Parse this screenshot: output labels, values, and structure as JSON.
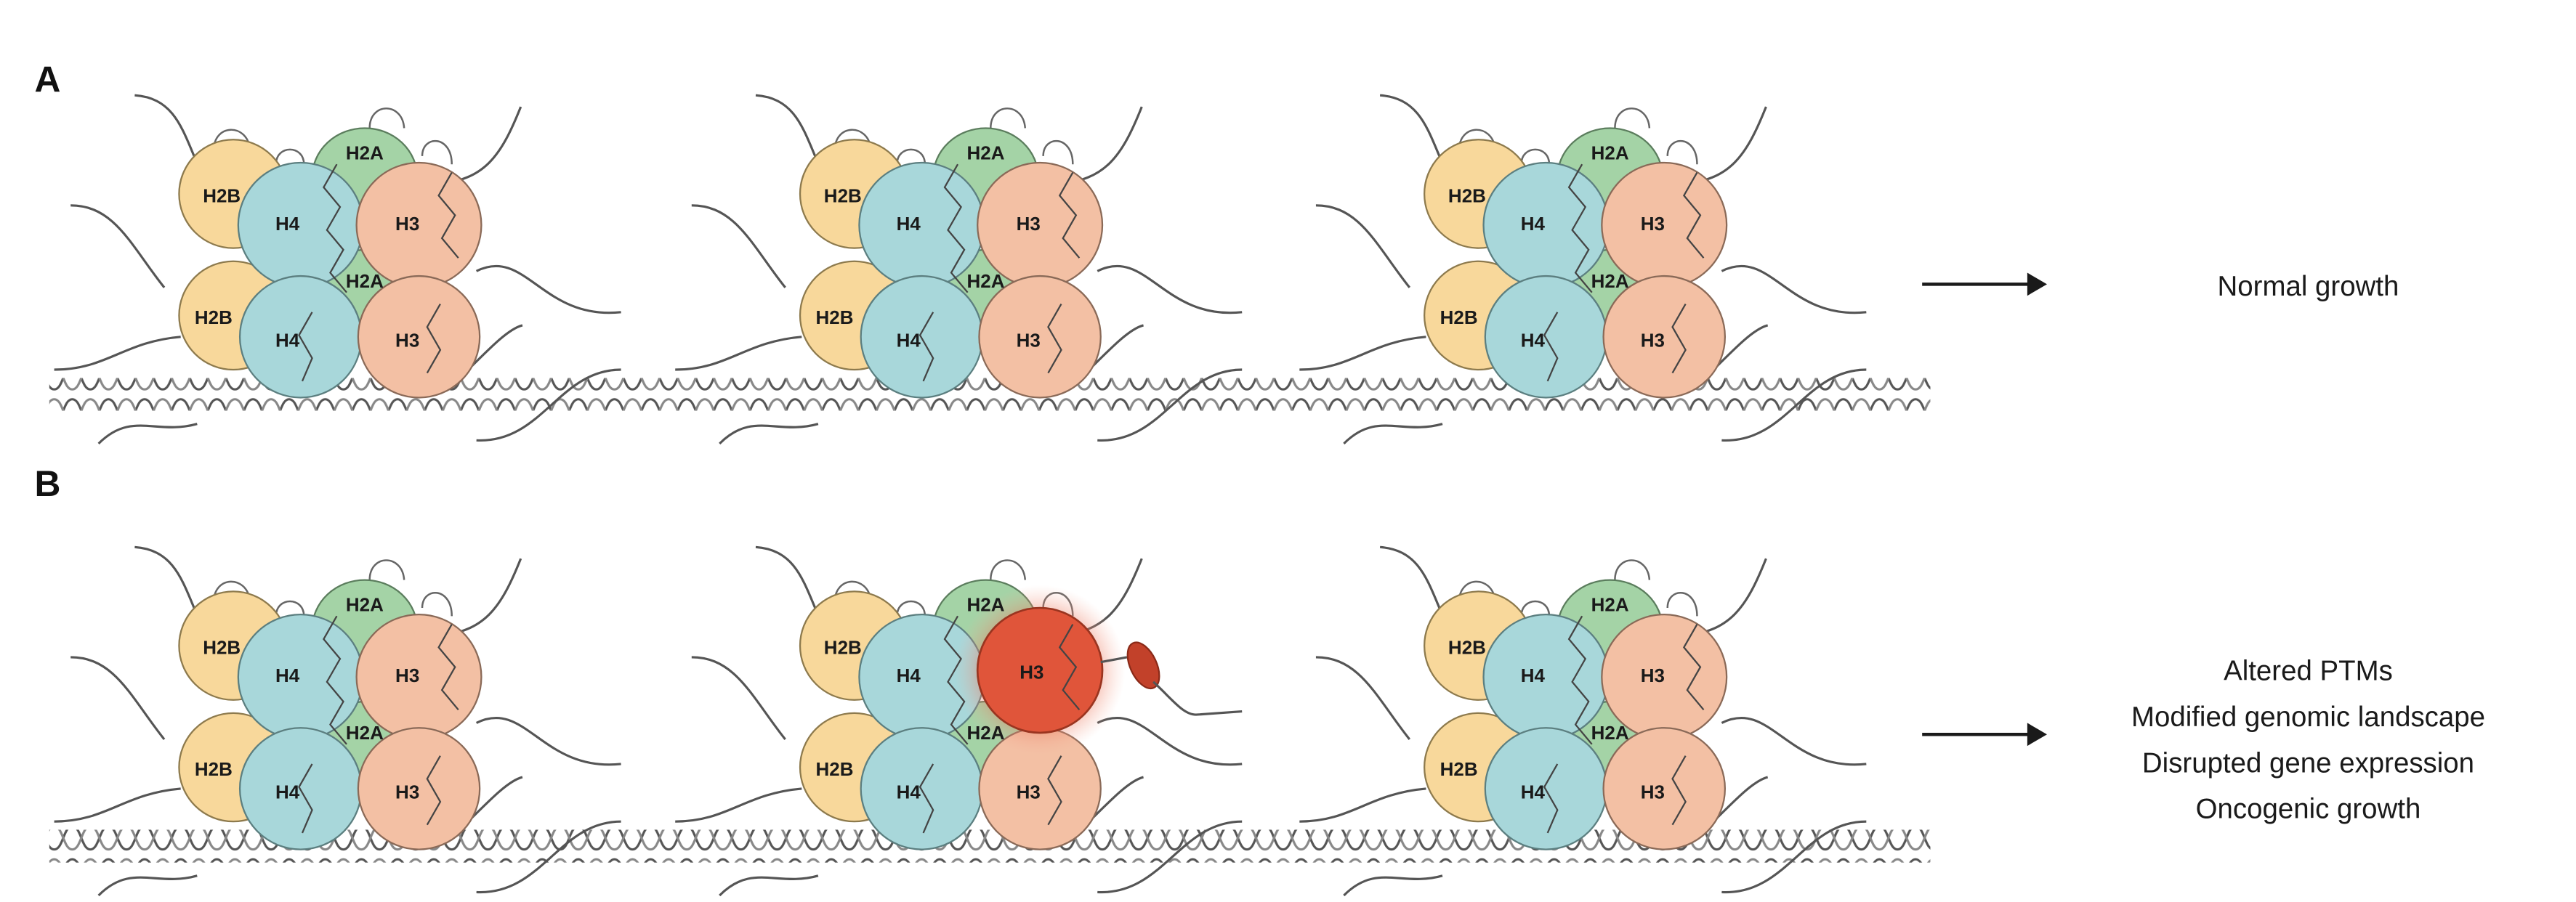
{
  "figure": {
    "panels": [
      {
        "id": "A",
        "label": "A",
        "nucleosomes": [
          {
            "histones": {
              "h2b_top": "H2B",
              "h2b_bottom": "H2B",
              "h4_top": "H4",
              "h4_bottom": "H4",
              "h2a_top": "H2A",
              "h2a_mid": "H2A",
              "h3_top": "H3",
              "h3_bottom": "H3"
            },
            "mutant": false
          },
          {
            "histones": {
              "h2b_top": "H2B",
              "h2b_bottom": "H2B",
              "h4_top": "H4",
              "h4_bottom": "H4",
              "h2a_top": "H2A",
              "h2a_mid": "H2A",
              "h3_top": "H3",
              "h3_bottom": "H3"
            },
            "mutant": false
          },
          {
            "histones": {
              "h2b_top": "H2B",
              "h2b_bottom": "H2B",
              "h4_top": "H4",
              "h4_bottom": "H4",
              "h2a_top": "H2A",
              "h2a_mid": "H2A",
              "h3_top": "H3",
              "h3_bottom": "H3"
            },
            "mutant": false
          }
        ],
        "outcome_lines": [
          "Normal growth"
        ]
      },
      {
        "id": "B",
        "label": "B",
        "nucleosomes": [
          {
            "histones": {
              "h2b_top": "H2B",
              "h2b_bottom": "H2B",
              "h4_top": "H4",
              "h4_bottom": "H4",
              "h2a_top": "H2A",
              "h2a_mid": "H2A",
              "h3_top": "H3",
              "h3_bottom": "H3"
            },
            "mutant": false
          },
          {
            "histones": {
              "h2b_top": "H2B",
              "h2b_bottom": "H2B",
              "h4_top": "H4",
              "h4_bottom": "H4",
              "h2a_top": "H2A",
              "h2a_mid": "H2A",
              "h3_top": "H3",
              "h3_bottom": "H3"
            },
            "mutant": true
          },
          {
            "histones": {
              "h2b_top": "H2B",
              "h2b_bottom": "H2B",
              "h4_top": "H4",
              "h4_bottom": "H4",
              "h2a_top": "H2A",
              "h2a_mid": "H2A",
              "h3_top": "H3",
              "h3_bottom": "H3"
            },
            "mutant": false
          }
        ],
        "outcome_lines": [
          "Altered PTMs",
          "Modified genomic landscape",
          "Disrupted gene expression",
          "Oncogenic growth"
        ]
      }
    ],
    "colors": {
      "H2B": "#f8d89b",
      "H4": "#a8d7da",
      "H2A": "#a4d3a6",
      "H3": "#f3c0a4",
      "H3_mutant": "#e0553a",
      "outline": "#6b6b52",
      "dna": "#555555",
      "arrow": "#1a1a1a"
    }
  }
}
